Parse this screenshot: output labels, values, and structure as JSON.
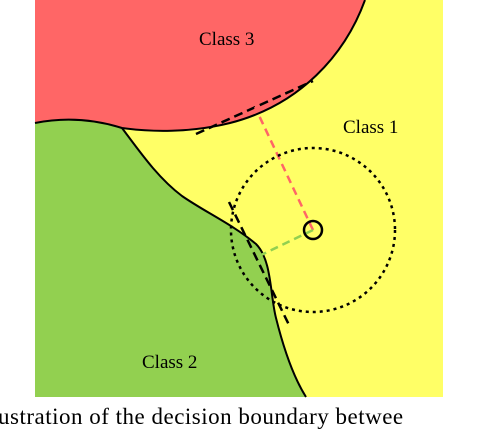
{
  "diagram": {
    "labels": {
      "class1": "Class 1",
      "class2": "Class 2",
      "class3": "Class 3"
    },
    "colors": {
      "class1_region": "#ffff66",
      "class2_region": "#92d050",
      "class3_region": "#ff6666",
      "boundary": "#000000",
      "distance_to_class3": "#ff6666",
      "distance_to_class2": "#92d050"
    }
  },
  "caption": "ustration of the decision boundary betwee"
}
